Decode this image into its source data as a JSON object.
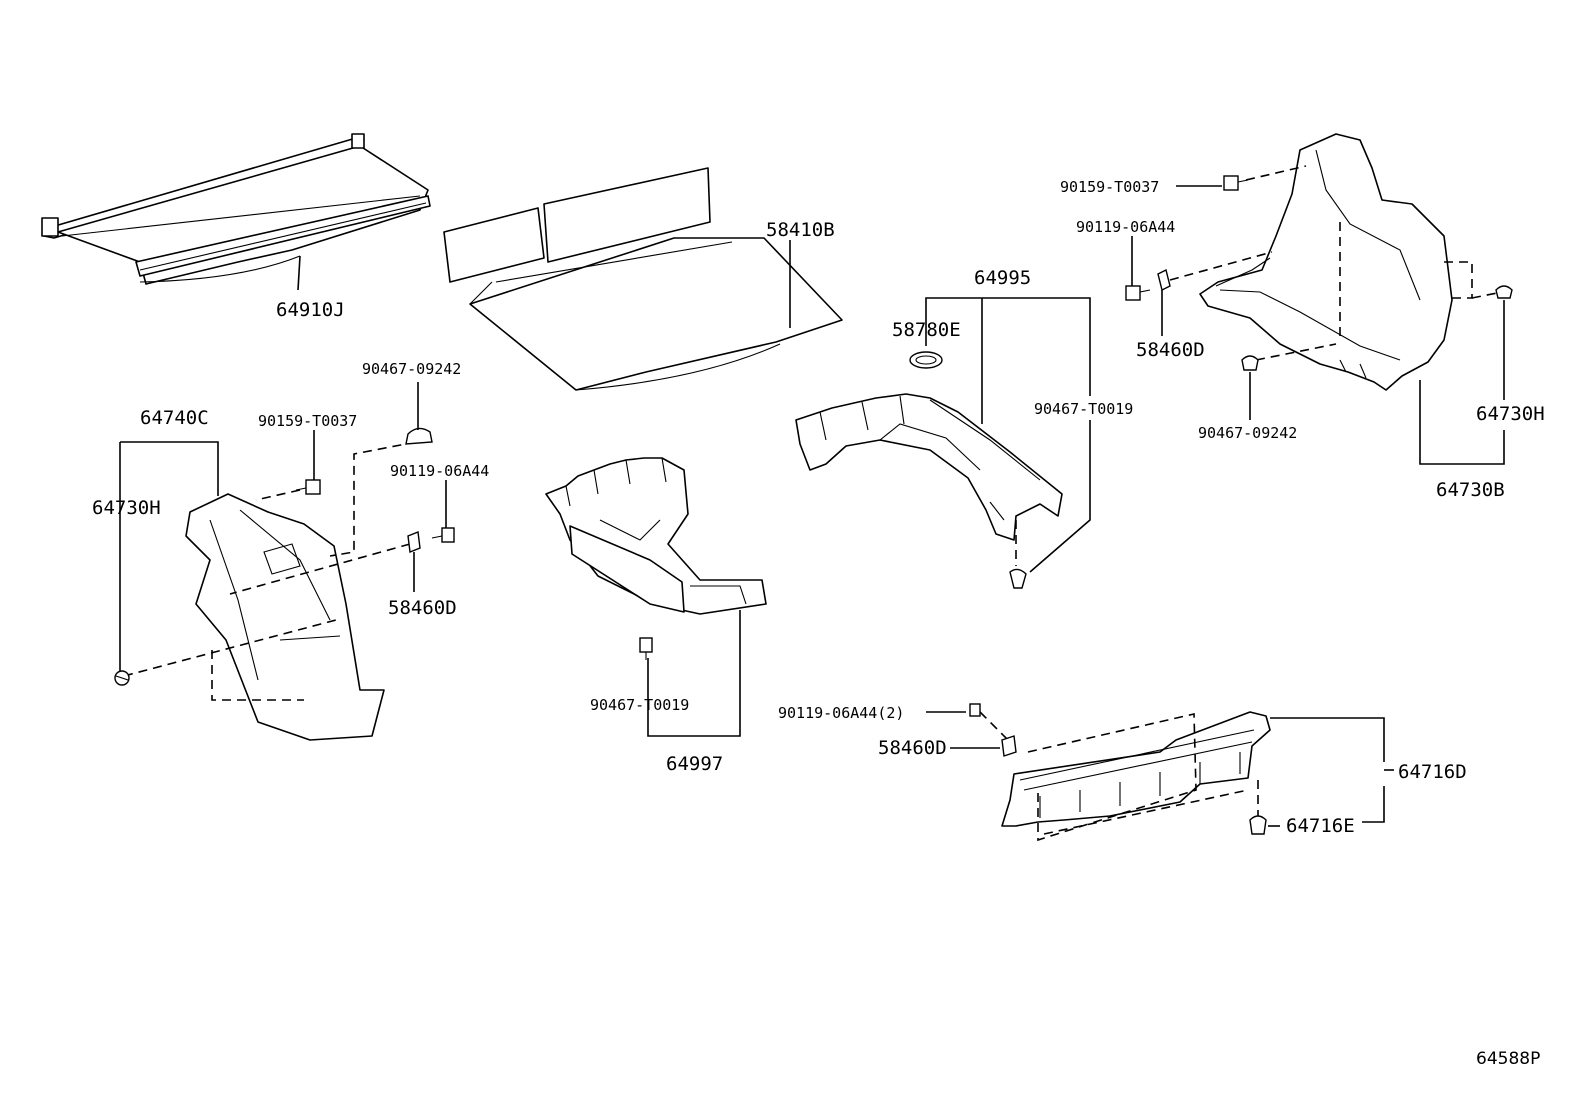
{
  "labels": {
    "tonneau_cover": "64910J",
    "deck_board": "58410B",
    "trim_left_assy": "64740C",
    "trim_left_sub": "64730H",
    "clip_left_top": "90467-09242",
    "bolt_left": "90159-T0037",
    "screw_left": "90119-06A44",
    "nut_left": "58460D",
    "tray_front": "64997",
    "clip_tray_front": "90467-T0019",
    "tray_rear": "64995",
    "oring": "58780E",
    "clip_tray_rear": "90467-T0019",
    "bolt_right": "90159-T0037",
    "screw_right": "90119-06A44",
    "nut_right": "58460D",
    "clip_right": "90467-09242",
    "trim_right_sub": "64730H",
    "trim_right_assy": "64730B",
    "screw_plate": "90119-06A44(2)",
    "nut_plate": "58460D",
    "plate": "64716D",
    "clip_plate": "64716E",
    "diagram_id": "64588P"
  }
}
